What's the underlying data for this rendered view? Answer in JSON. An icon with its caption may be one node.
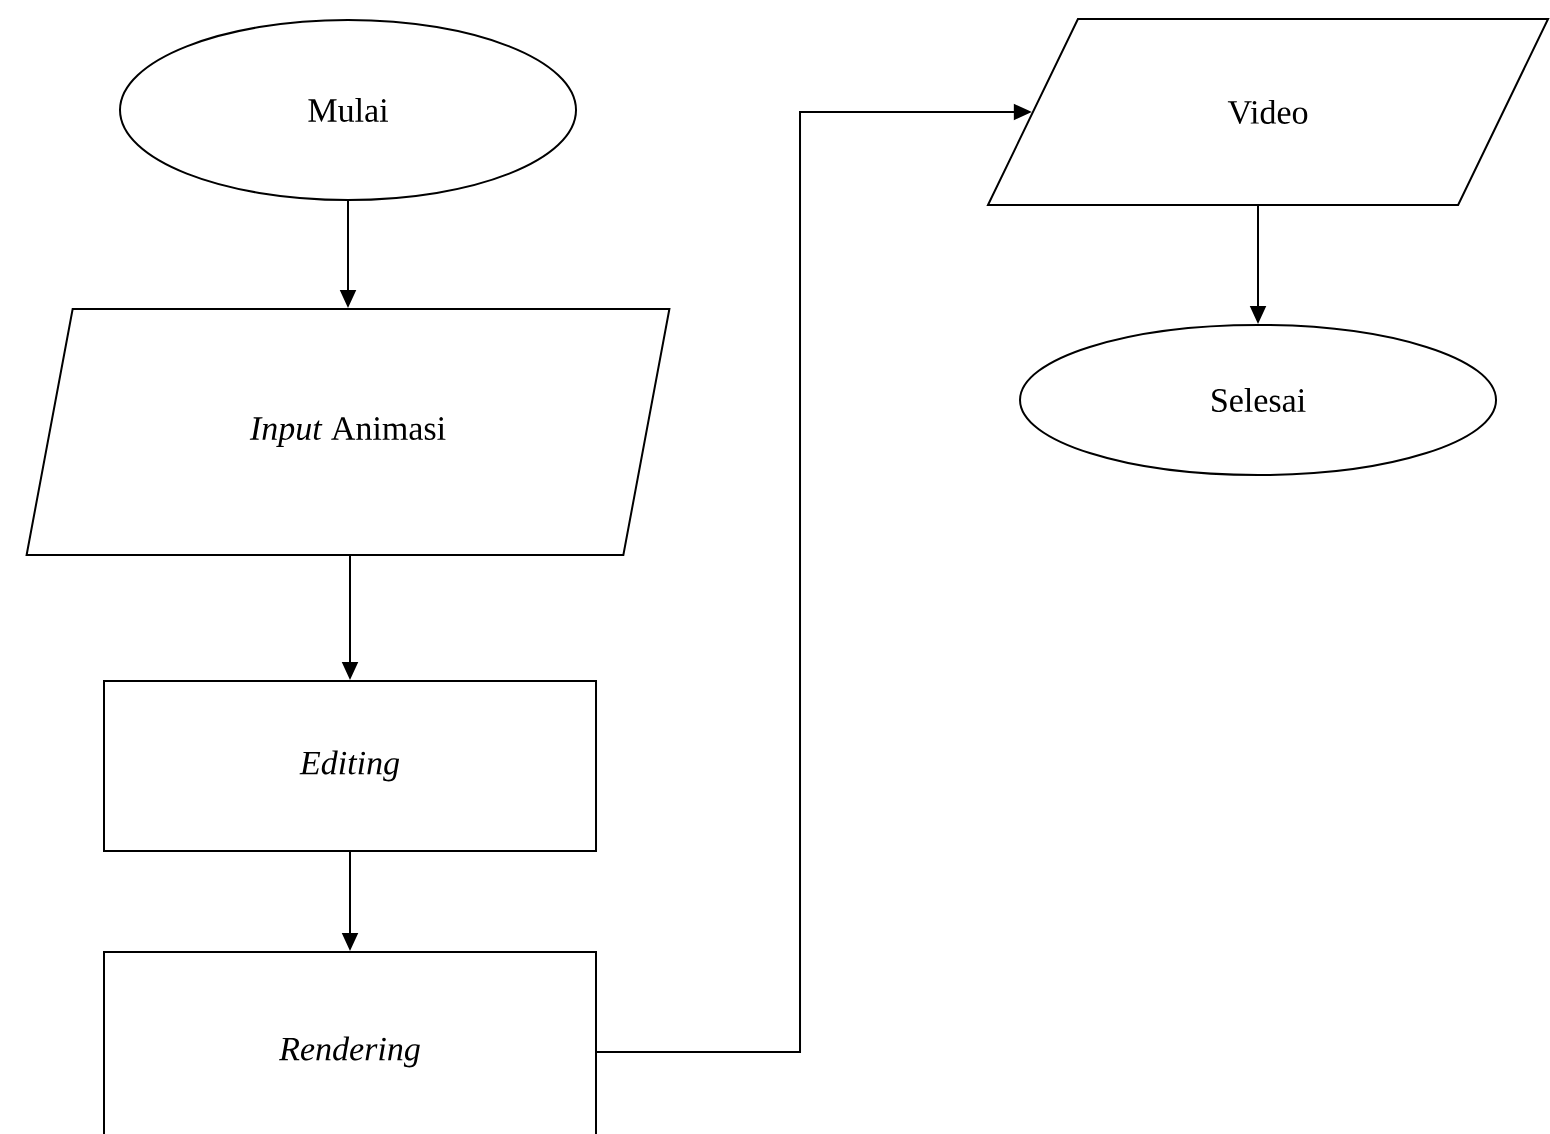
{
  "diagram": {
    "nodes": [
      {
        "text": [
          "Mulai"
        ]
      },
      {
        "text": [
          "*Input* Animasi"
        ]
      },
      {
        "text": [
          "*Editing*"
        ]
      },
      {
        "text": [
          "*Rendering*"
        ]
      },
      {
        "text": [
          "Video"
        ]
      },
      {
        "text": [
          "Selesai"
        ]
      }
    ],
    "edges": [
      {
        "from": 0,
        "to": 1,
        "arrow": "to"
      },
      {
        "from": 1,
        "to": 2,
        "arrow": "to"
      },
      {
        "from": 2,
        "to": 3,
        "arrow": "to"
      },
      {
        "from": 3,
        "to": 4,
        "arrow": "to"
      },
      {
        "from": 4,
        "to": 5,
        "arrow": "to"
      }
    ]
  }
}
